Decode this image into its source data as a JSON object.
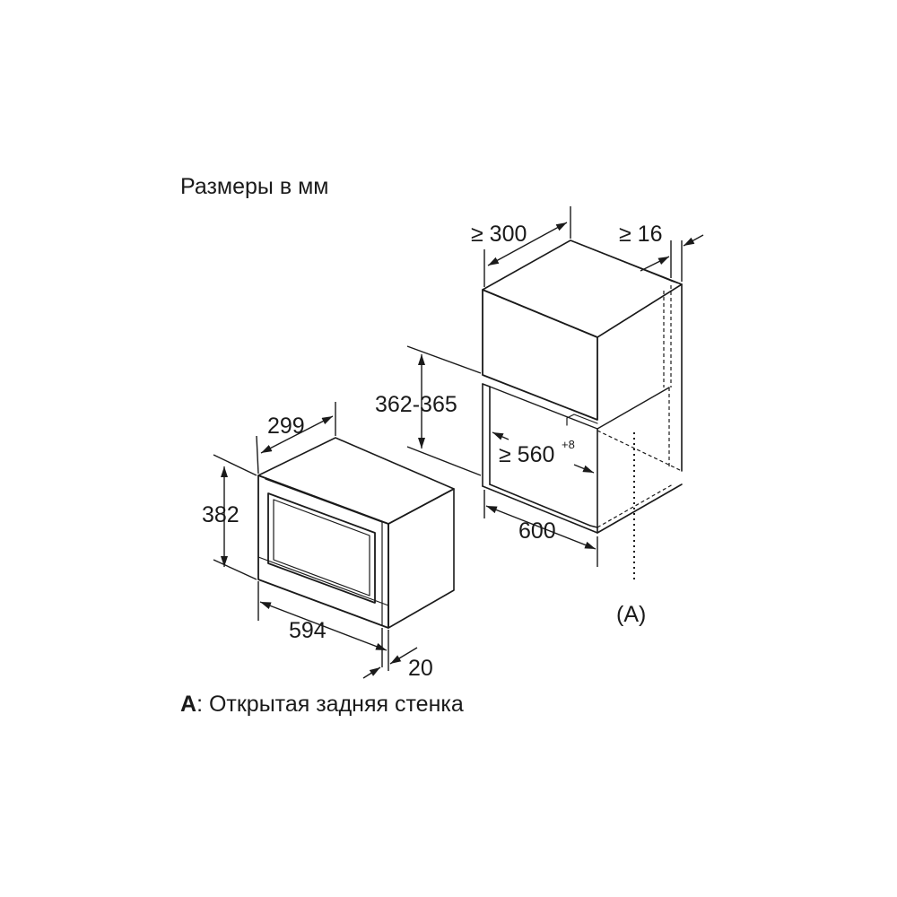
{
  "title": "Размеры в мм",
  "legend": {
    "key": "A",
    "separator": ":",
    "text": " Открытая задняя стенка"
  },
  "dimensions": {
    "cabinet_depth": "≥ 300",
    "cabinet_gap": "≥ 16",
    "niche_height": "362-365",
    "niche_width": "≥ 560",
    "niche_width_tolerance": "+8",
    "cabinet_width": "600",
    "appliance_depth": "299",
    "appliance_height": "382",
    "appliance_width": "594",
    "front_overhang": "20"
  },
  "marker_a": "(A)"
}
